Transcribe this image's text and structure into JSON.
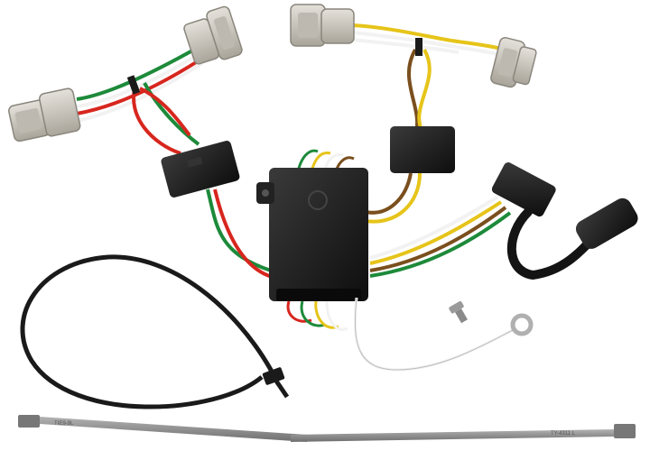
{
  "scene": {
    "subject": "trailer wiring harness kit",
    "background_color": "#ffffff"
  },
  "colors": {
    "connector_body": "#d3d0c8",
    "connector_shadow": "#a9a59b",
    "module_black": "#1c1c1c",
    "wire_red": "#d7261e",
    "wire_green": "#1d8a3a",
    "wire_white": "#f2f2f2",
    "wire_yellow": "#e6c419",
    "wire_brown": "#7a4f1e",
    "zip_tie_black": "#1a1a1a",
    "zip_tie_gray": "#8e8e8e",
    "screw": "#9a9a9a"
  },
  "cable_tie_labels": {
    "left_small_tie": "TIE9-9L",
    "right_small_tie": "TY-4311 L"
  }
}
